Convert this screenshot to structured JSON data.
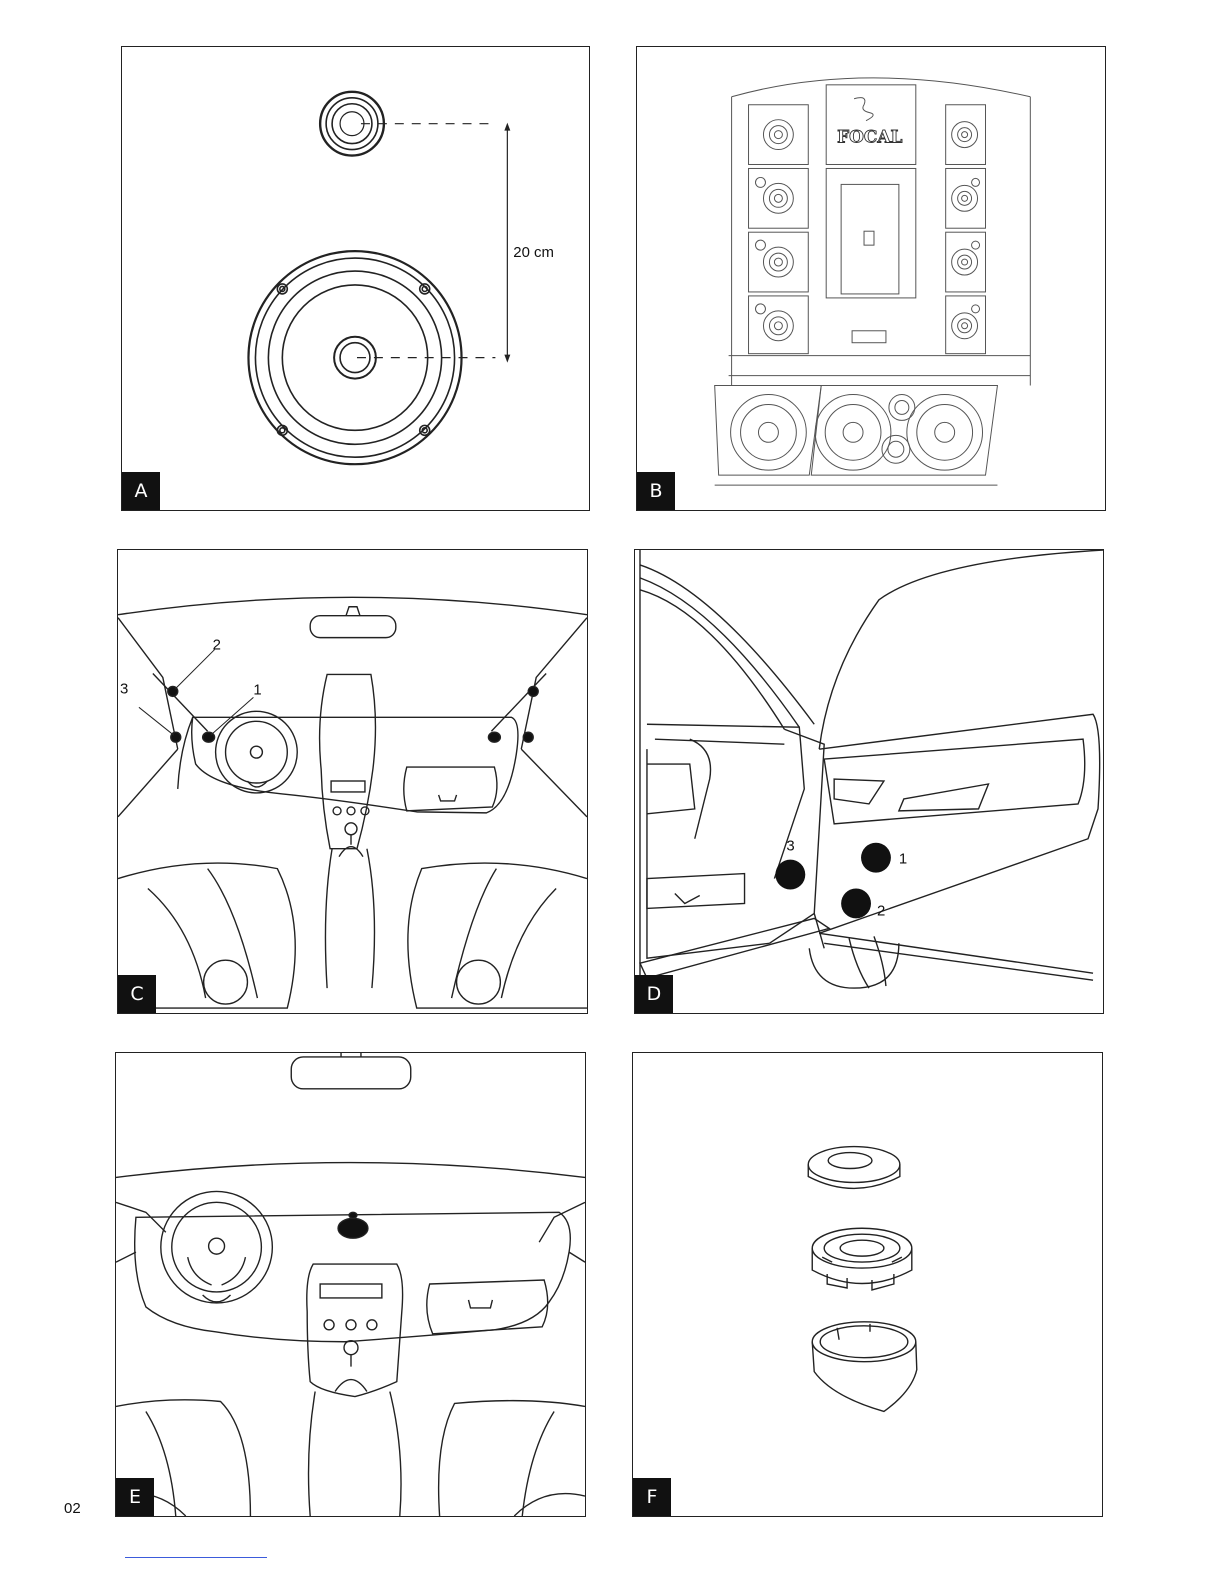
{
  "panels": {
    "a": {
      "label": "A",
      "distance_label": "20 cm"
    },
    "b": {
      "label": "B",
      "brand_logo": "FOCAL"
    },
    "c": {
      "label": "C",
      "markers": [
        "1",
        "2",
        "3"
      ]
    },
    "d": {
      "label": "D",
      "markers": [
        "1",
        "2",
        "3"
      ]
    },
    "e": {
      "label": "E"
    },
    "f": {
      "label": "F"
    }
  },
  "page_number": "02",
  "colors": {
    "line": "#222222",
    "badge_bg": "#111111",
    "badge_text": "#ffffff",
    "footer_rule": "#3b5bdb"
  }
}
